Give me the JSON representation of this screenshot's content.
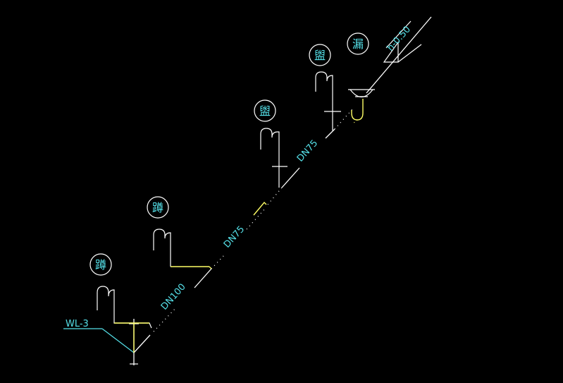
{
  "drawing": {
    "riser_label": "WL-3",
    "elevation": "h-0.50",
    "pipes": [
      {
        "label": "DN100"
      },
      {
        "label": "DN75"
      },
      {
        "label": "DN75"
      }
    ],
    "fixtures": [
      {
        "tag": "蹲"
      },
      {
        "tag": "蹲"
      },
      {
        "tag": "盥"
      },
      {
        "tag": "盥"
      },
      {
        "tag": "漏"
      }
    ],
    "colors": {
      "background": "#000000",
      "pipe_white": "#ffffff",
      "branch_yellow": "#ffff66",
      "label_cyan": "#55e0e8"
    }
  }
}
